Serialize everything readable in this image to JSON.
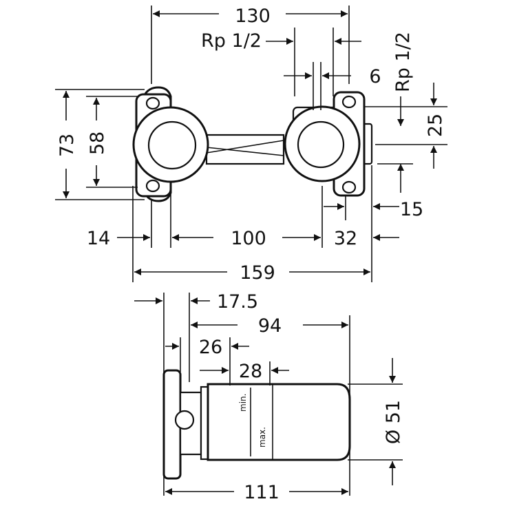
{
  "top_view": {
    "dim_130": "130",
    "dim_rp_left": "Rp 1/2",
    "dim_6": "6",
    "dim_rp_right": "Rp 1/2",
    "dim_73": "73",
    "dim_58": "58",
    "dim_25": "25",
    "dim_15": "15",
    "dim_14": "14",
    "dim_100": "100",
    "dim_32": "32",
    "dim_159": "159"
  },
  "side_view": {
    "dim_17_5": "17.5",
    "dim_94": "94",
    "dim_26": "26",
    "dim_28": "28",
    "dim_51": "Ø 51",
    "dim_111": "111",
    "label_min": "min.",
    "label_max": "max."
  }
}
